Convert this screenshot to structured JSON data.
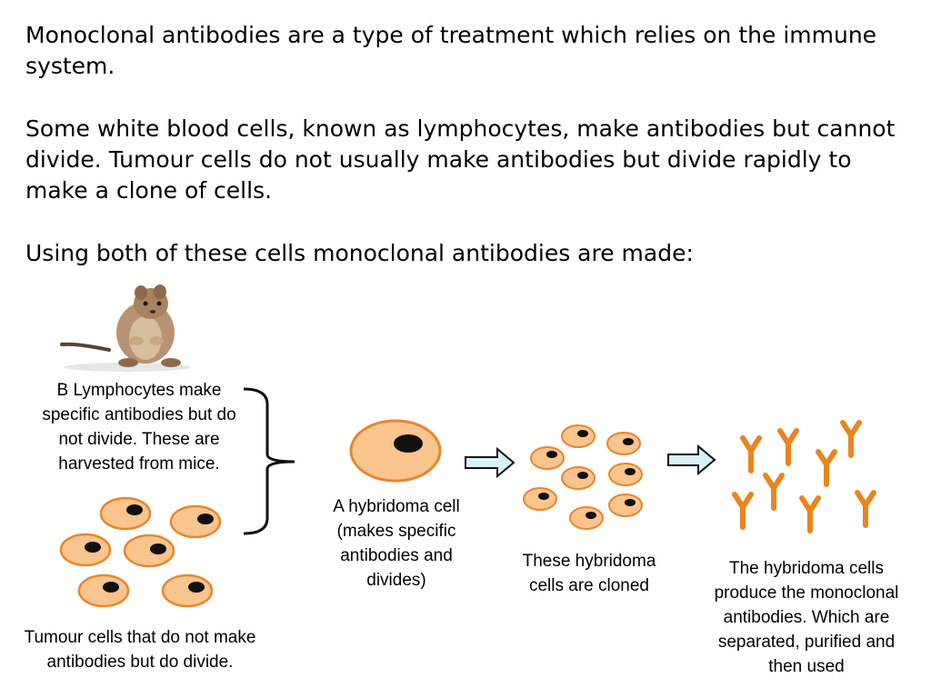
{
  "intro": {
    "p1": "Monoclonal antibodies are a type of treatment which relies on the immune system.",
    "p2": "Some white blood cells, known as lymphocytes, make antibodies but cannot divide. Tumour cells do not usually make antibodies but divide rapidly to make a clone of cells.",
    "p3": "Using both of these cells monoclonal antibodies are made:"
  },
  "diagram": {
    "b_lymphocytes": "B Lymphocytes make specific antibodies but do not divide. These are harvested from mice.",
    "tumour_cells": "Tumour cells that do not make antibodies but do divide.",
    "hybridoma": "A hybridoma cell (makes specific antibodies and divides)",
    "cloned": "These hybridoma cells are cloned",
    "antibodies": "The hybridoma cells produce the monoclonal antibodies. Which are separated, purified and then used"
  },
  "colors": {
    "cell_fill": "#f9c48e",
    "cell_outline": "#e8862e",
    "nucleus": "#111111",
    "antibody": "#e8861e",
    "arrow_fill": "#d6f2f6",
    "mouse_fur": "#b89373"
  },
  "icons": [
    "mouse-image",
    "bracket-icon",
    "arrow-icon",
    "antibody-icon"
  ]
}
